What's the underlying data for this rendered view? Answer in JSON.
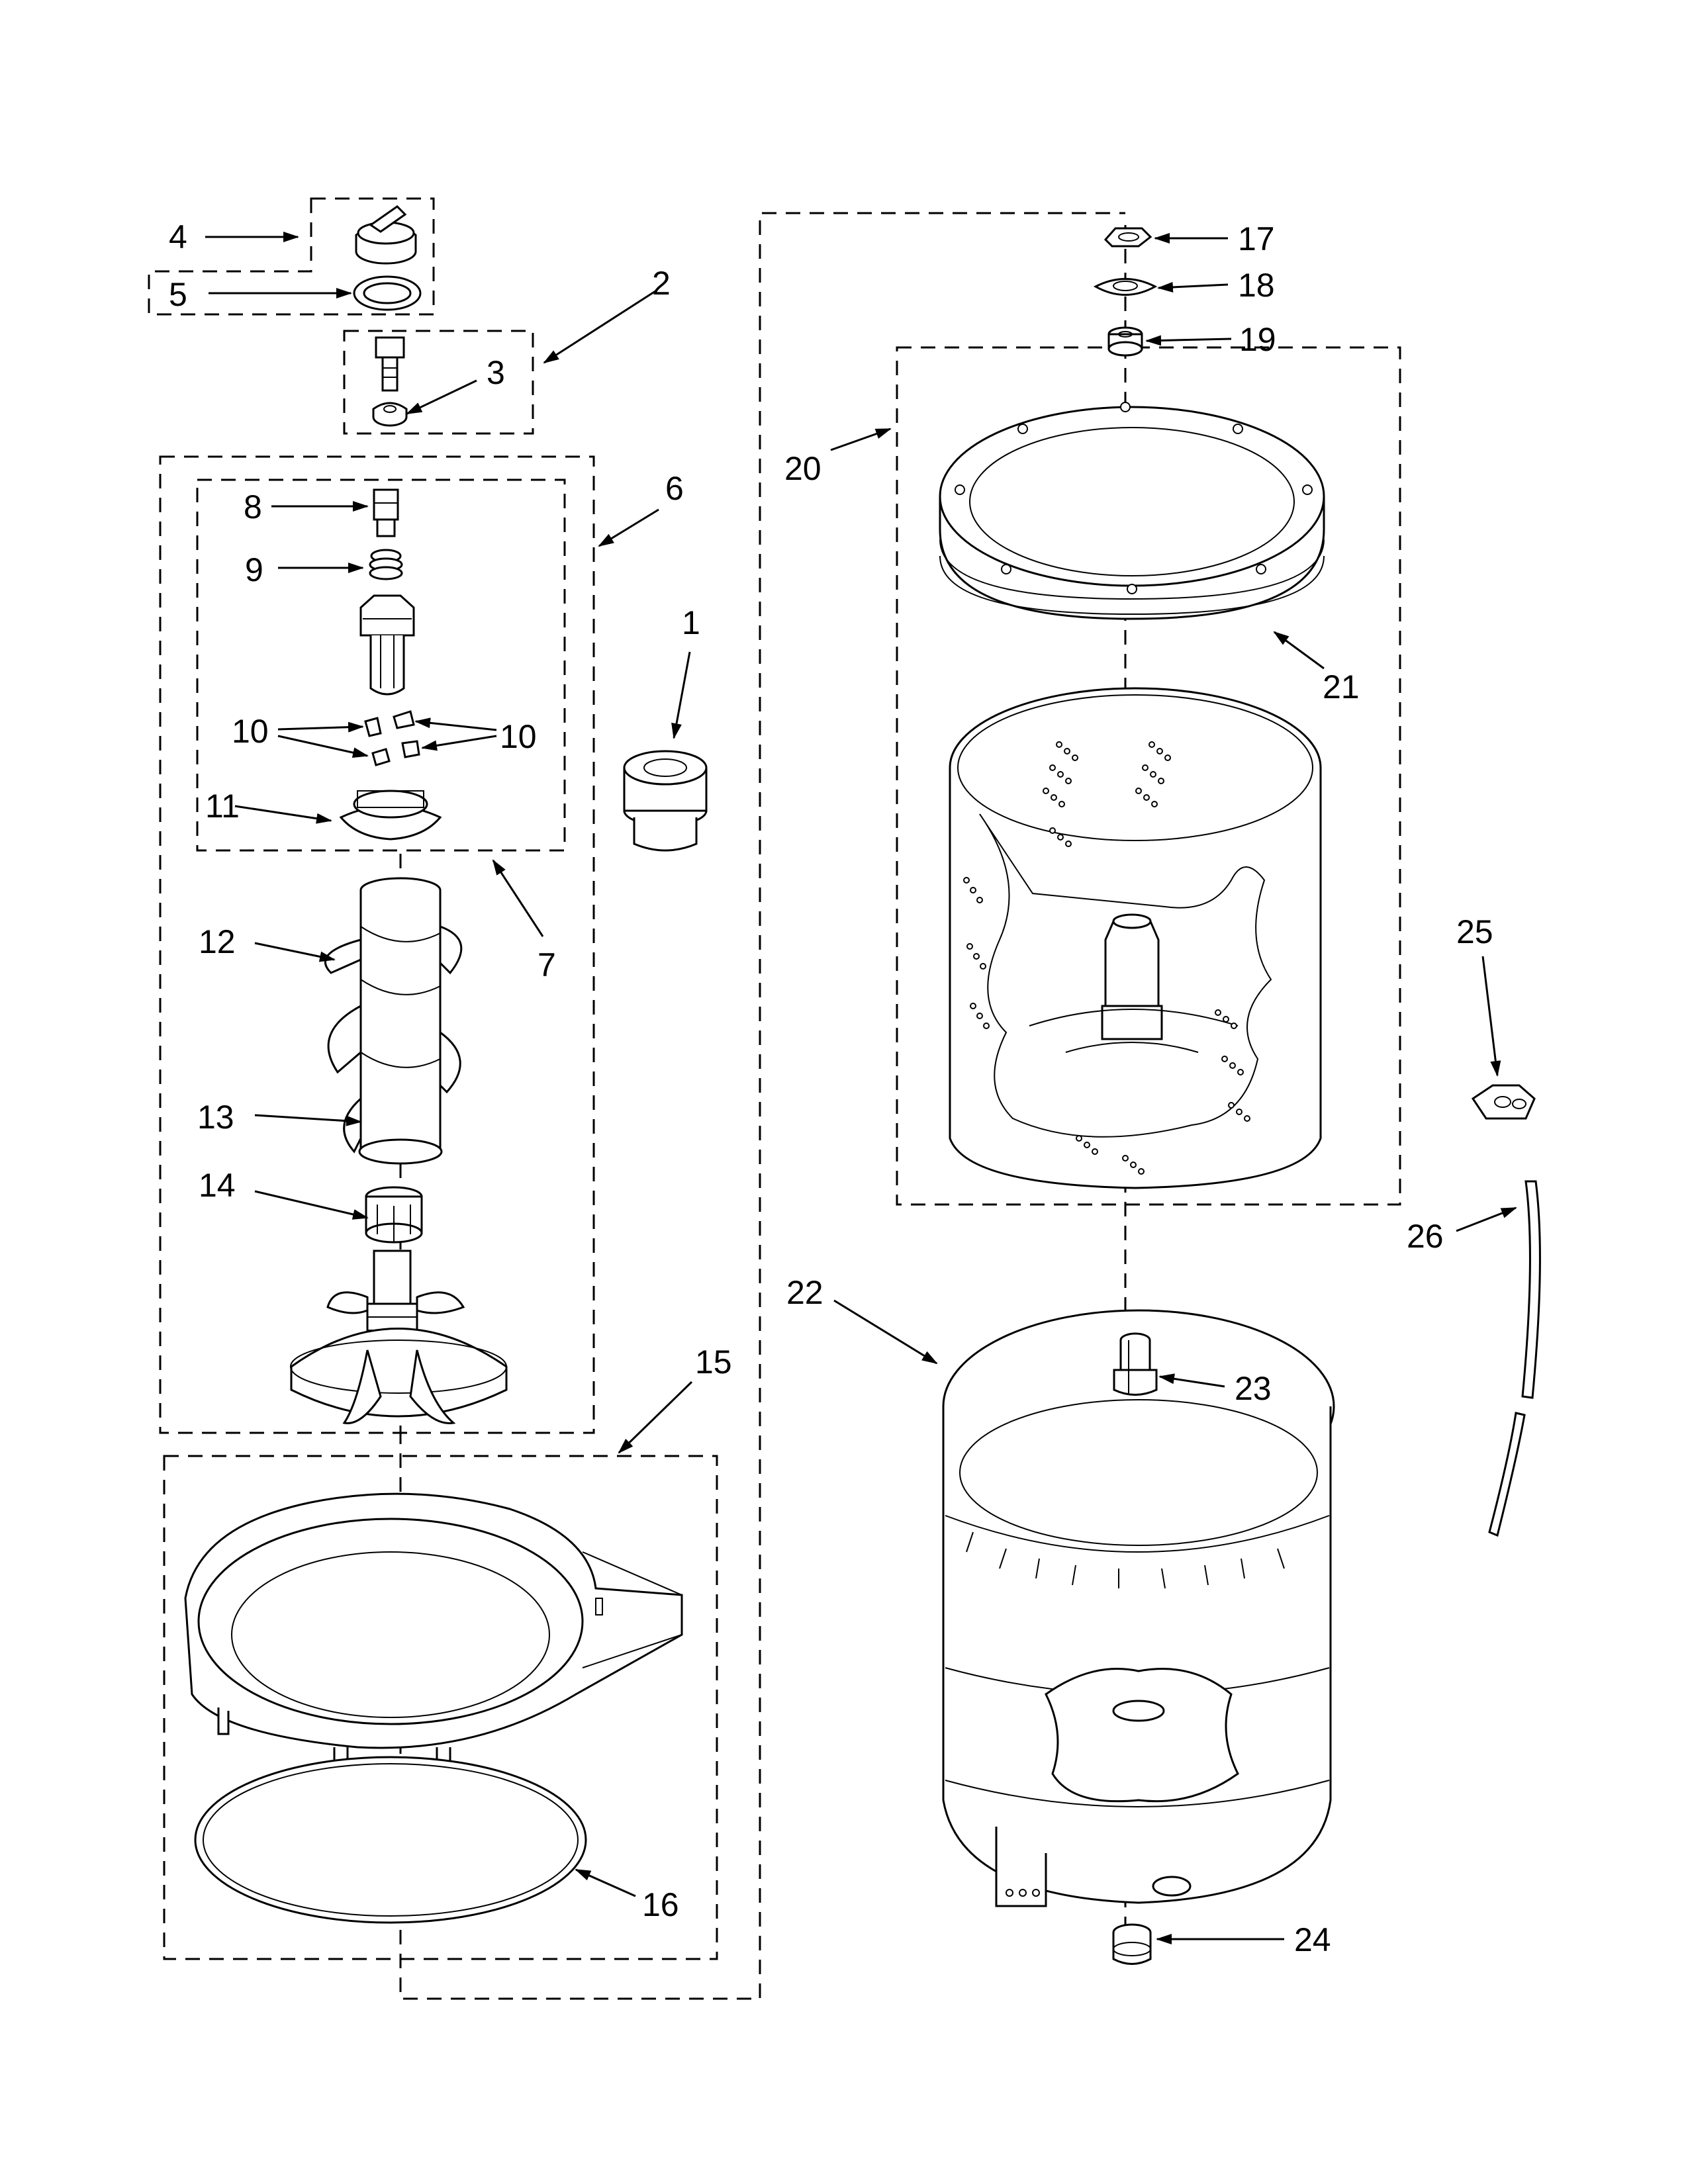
{
  "diagram": {
    "callouts": [
      {
        "id": "c1",
        "text": "1"
      },
      {
        "id": "c2",
        "text": "2"
      },
      {
        "id": "c3",
        "text": "3"
      },
      {
        "id": "c4",
        "text": "4"
      },
      {
        "id": "c5",
        "text": "5"
      },
      {
        "id": "c6",
        "text": "6"
      },
      {
        "id": "c7",
        "text": "7"
      },
      {
        "id": "c8",
        "text": "8"
      },
      {
        "id": "c9",
        "text": "9"
      },
      {
        "id": "c10a",
        "text": "10"
      },
      {
        "id": "c10b",
        "text": "10"
      },
      {
        "id": "c11",
        "text": "11"
      },
      {
        "id": "c12",
        "text": "12"
      },
      {
        "id": "c13",
        "text": "13"
      },
      {
        "id": "c14",
        "text": "14"
      },
      {
        "id": "c15",
        "text": "15"
      },
      {
        "id": "c16",
        "text": "16"
      },
      {
        "id": "c17",
        "text": "17"
      },
      {
        "id": "c18",
        "text": "18"
      },
      {
        "id": "c19",
        "text": "19"
      },
      {
        "id": "c20",
        "text": "20"
      },
      {
        "id": "c21",
        "text": "21"
      },
      {
        "id": "c22",
        "text": "22"
      },
      {
        "id": "c23",
        "text": "23"
      },
      {
        "id": "c24",
        "text": "24"
      },
      {
        "id": "c25",
        "text": "25"
      },
      {
        "id": "c26",
        "text": "26"
      }
    ]
  }
}
